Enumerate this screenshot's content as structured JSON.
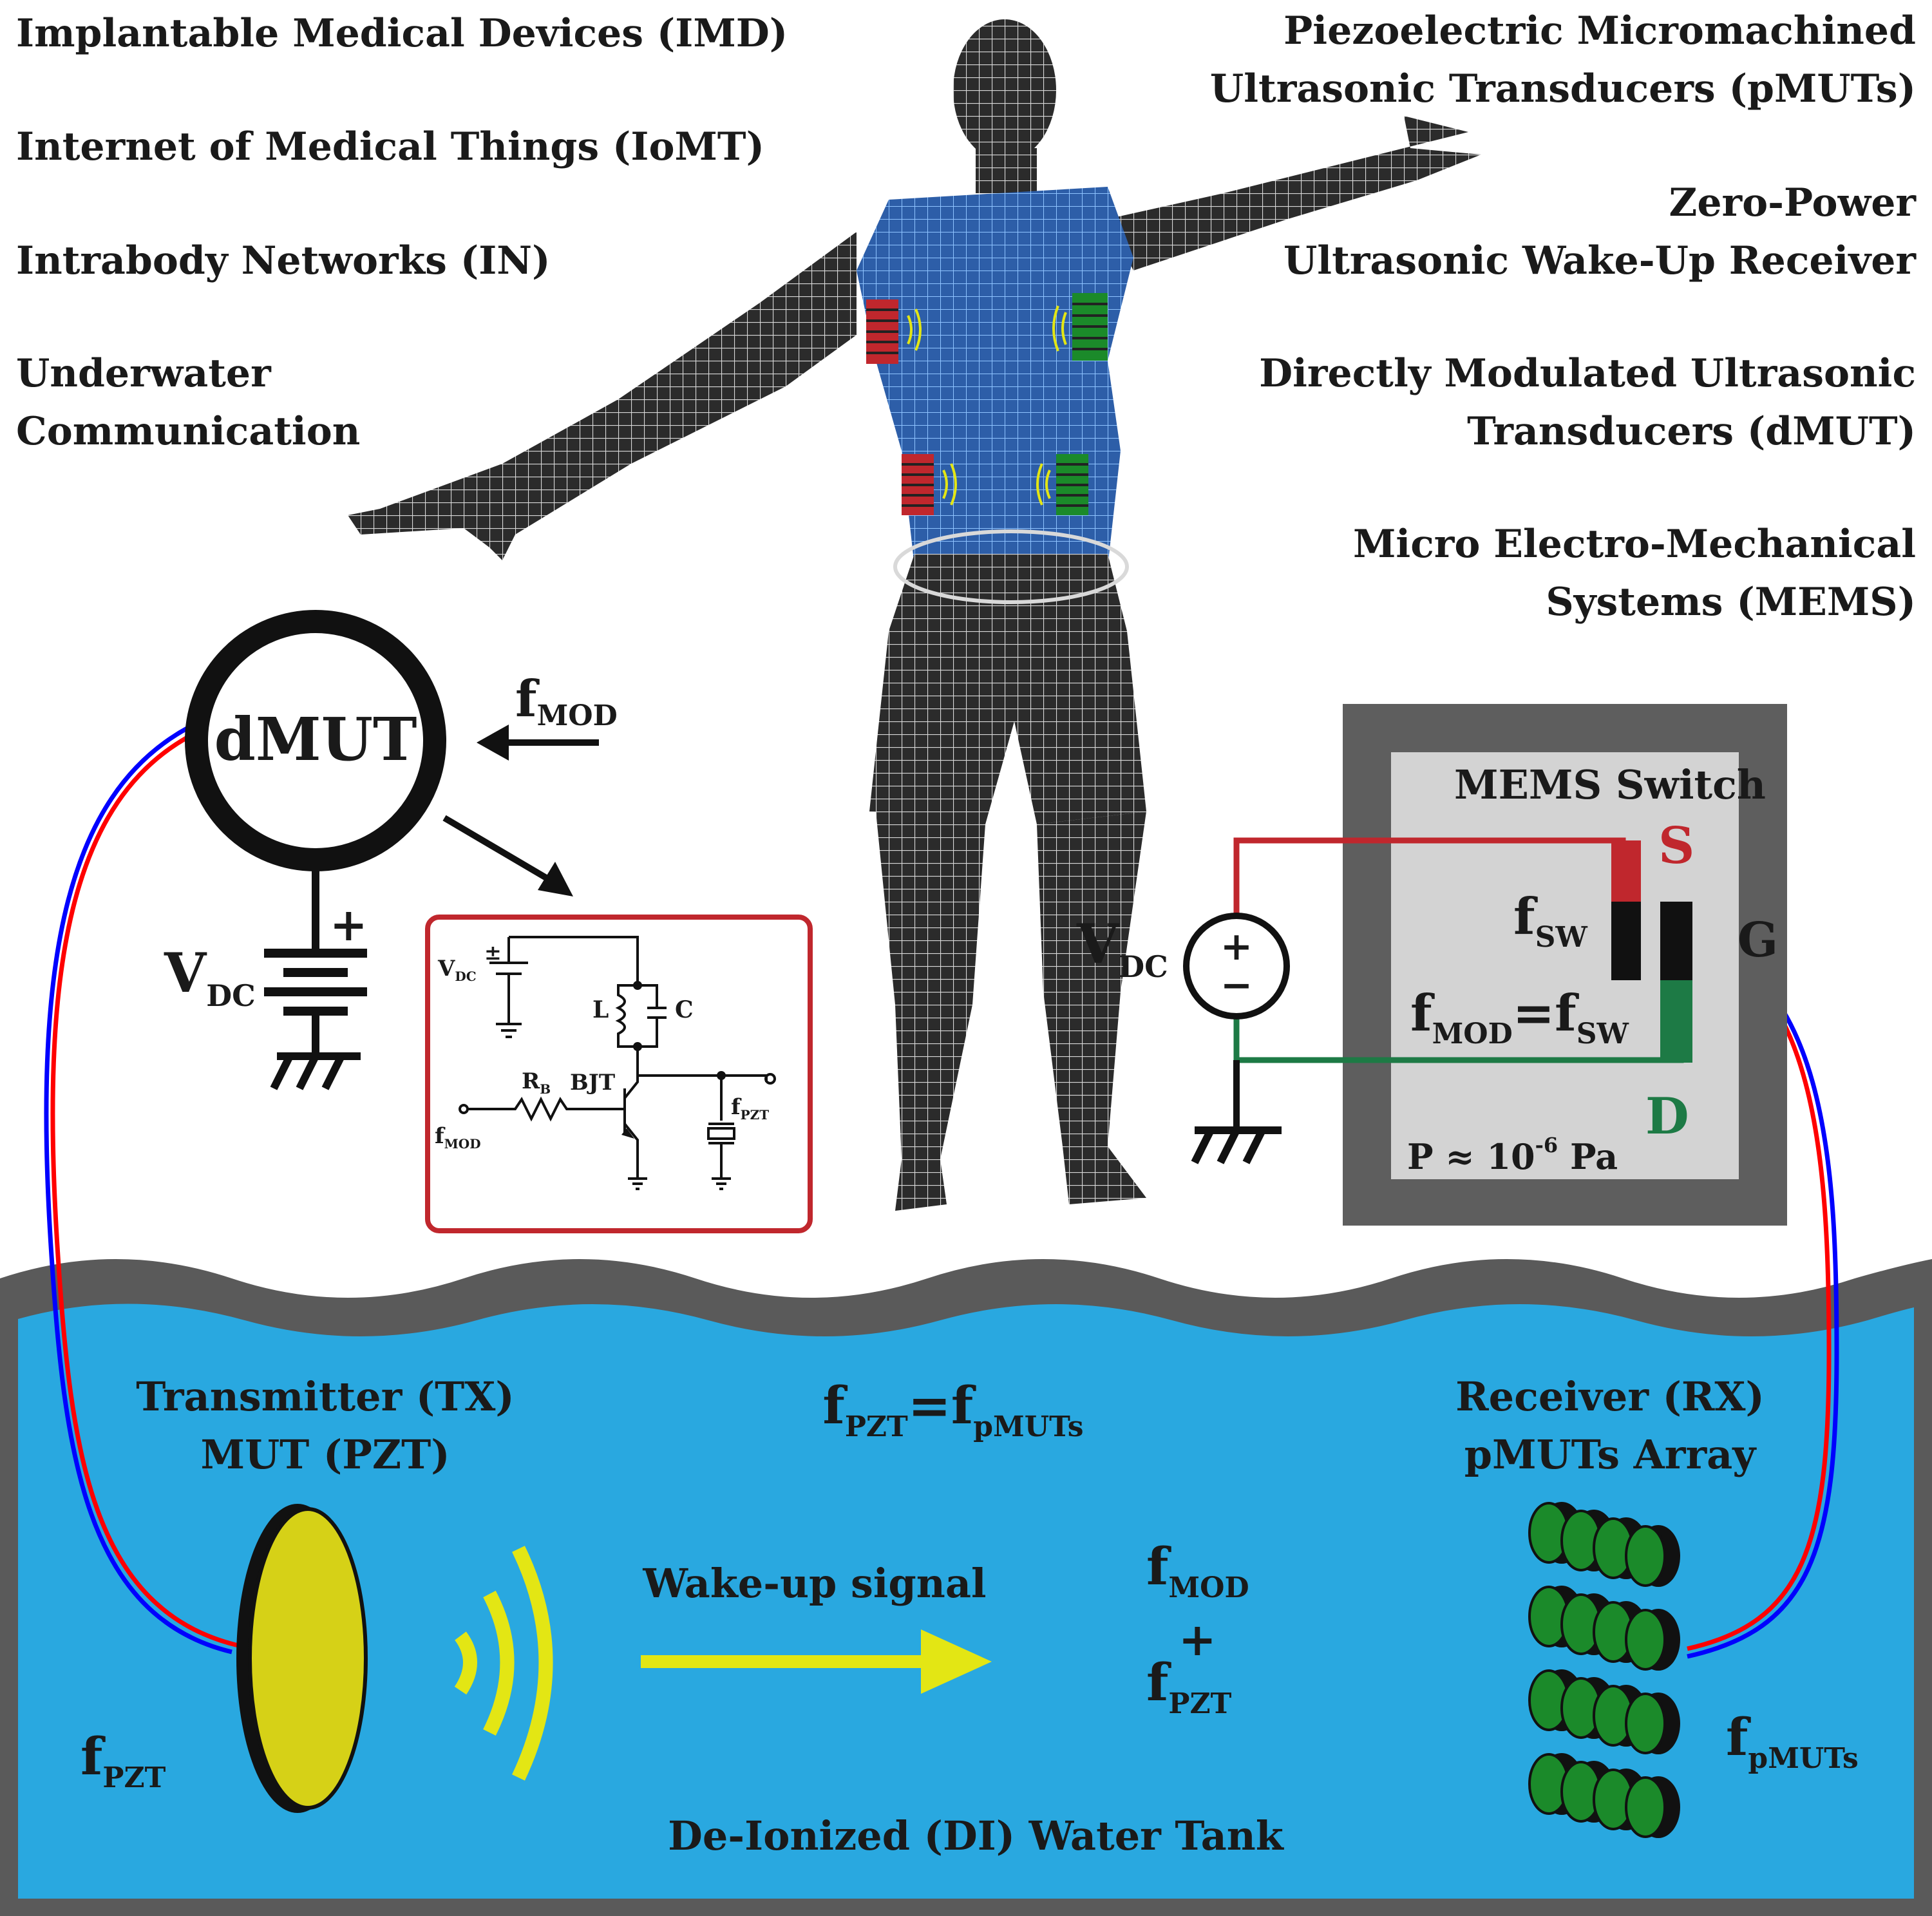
{
  "top_left_labels": [
    "Implantable Medical Devices (IMD)",
    "Internet of Medical Things (IoMT)",
    "Intrabody Networks (IN)",
    "Underwater",
    "Communication"
  ],
  "top_right_labels": [
    "Piezoelectric Micromachined",
    "Ultrasonic Transducers (pMUTs)",
    "Zero-Power",
    "Ultrasonic Wake-Up Receiver",
    "Directly Modulated Ultrasonic",
    "Transducers (dMUT)",
    "Micro Electro-Mechanical",
    "Systems (MEMS)"
  ],
  "dmut": {
    "label": "dMUT",
    "fmod": {
      "base": "f",
      "sub": "MOD"
    },
    "vdc": {
      "base": "V",
      "sub": "DC"
    },
    "plus": "+"
  },
  "circuit": {
    "vdc": {
      "base": "V",
      "sub": "DC"
    },
    "vdc_plus": "±",
    "L": "L",
    "C": "C",
    "RB": {
      "base": "R",
      "sub": "B"
    },
    "BJT": "BJT",
    "fmod": {
      "base": "f",
      "sub": "MOD"
    },
    "fpzt": {
      "base": "f",
      "sub": "PZT"
    }
  },
  "mems": {
    "title": "MEMS Switch",
    "S": "S",
    "G": "G",
    "D": "D",
    "fsw": {
      "base": "f",
      "sub": "SW"
    },
    "fmod_eq_lhs": {
      "base": "f",
      "sub": "MOD"
    },
    "fmod_eq_op": "=",
    "fmod_eq_rhs": {
      "base": "f",
      "sub": "SW"
    },
    "pressure": {
      "base": "P ≈ 10",
      "sup": "-6",
      "unit": " Pa"
    },
    "vdc": {
      "base": "V",
      "sub": "DC"
    },
    "plus": "+",
    "minus": "−"
  },
  "tank": {
    "tx_title_1": "Transmitter (TX)",
    "tx_title_2": "MUT (PZT)",
    "rx_title_1": "Receiver (RX)",
    "rx_title_2": "pMUTs Array",
    "eq_lhs": {
      "base": "f",
      "sub": "PZT"
    },
    "eq_op": "=",
    "eq_rhs": {
      "base": "f",
      "sub": "pMUTs"
    },
    "wake_label": "Wake-up signal",
    "fmod": {
      "base": "f",
      "sub": "MOD"
    },
    "plus": "+",
    "fpzt": {
      "base": "f",
      "sub": "PZT"
    },
    "fpzt_left": {
      "base": "f",
      "sub": "PZT"
    },
    "fpmuts_right": {
      "base": "f",
      "sub": "pMUTs"
    },
    "bottom": "De-Ionized (DI) Water Tank"
  },
  "colors": {
    "water": "#29a8e0",
    "tank_wall": "#5a5a5a",
    "switch_outer": "#5e5e5e",
    "switch_inner": "#d3d3d3",
    "source_red": "#c0272d",
    "drain_green": "#1d7a45",
    "wake_arrow": "#e3e614",
    "pzt_disk": "#d6d117",
    "pmut_green": "#1b8a2a",
    "human_mesh": "#2a2a2a",
    "torso_blue": "#2d5ea8",
    "cable_red": "#ff0000",
    "cable_blue": "#0000ff"
  }
}
